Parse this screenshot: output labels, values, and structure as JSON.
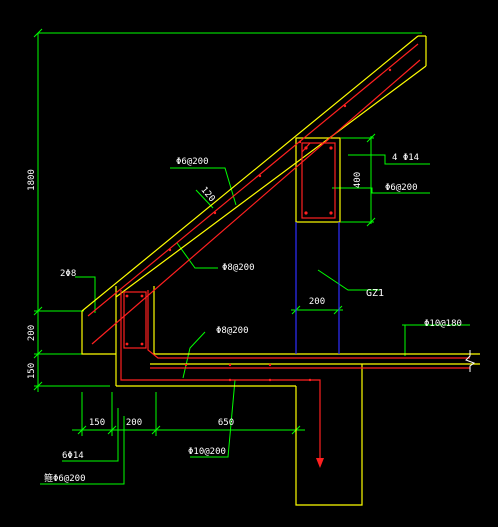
{
  "colors": {
    "background": "#000000",
    "concrete_outline": "#ffff00",
    "rebar": "#ff2020",
    "dimension": "#00ff00",
    "column_guide": "#3030ff",
    "text": "#ffffff",
    "break_line": "#ffffff"
  },
  "dimensions": {
    "height_total": "1800",
    "height_parapet": "200",
    "height_bottom": "150",
    "beam_height": "400",
    "column_width": "200",
    "bottom_150": "150",
    "bottom_200": "200",
    "bottom_650": "650",
    "slab_thickness": "120"
  },
  "labels": {
    "slope_rebar": "Φ6@200",
    "slope_dist": "Φ8@200",
    "beam_long": "4 Φ14",
    "beam_stirrup": "Φ6@200",
    "column_name": "GZ1",
    "eave_rebar": "2Φ8",
    "slab_rebar": "Φ8@200",
    "floor_rebar": "Φ10@180",
    "col_long": "6Φ14",
    "col_stirrup": "箍Φ6@200",
    "bottom_rebar": "Φ10@200"
  }
}
